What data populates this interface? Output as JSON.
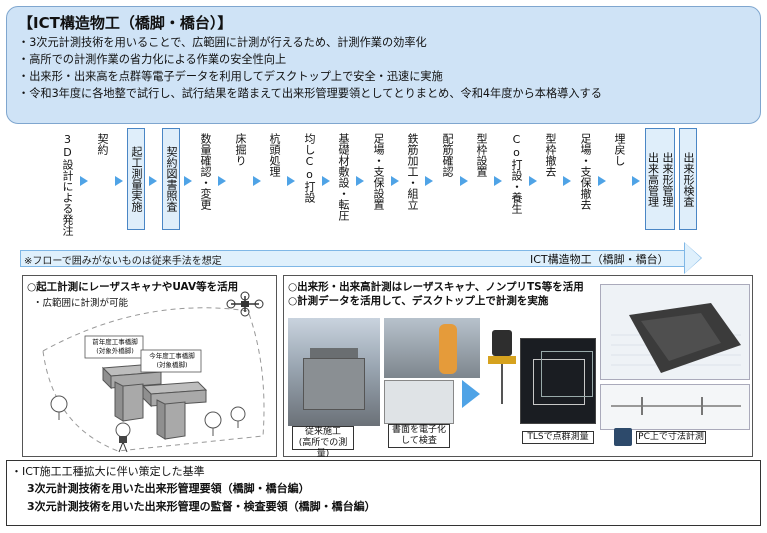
{
  "header": {
    "title": "【ICT構造物工（橋脚・橋台）】",
    "bullets": [
      "・3次元計測技術を用いることで、広範囲に計測が行えるため、計測作業の効率化",
      "・高所での計測作業の省力化による作業の安全性向上",
      "・出来形・出来高を点群等電子データを利用してデスクトップ上で安全・迅速に実施",
      "・令和3年度に各地整で試行し、試行結果を踏まえて出来形管理要領としてとりまとめ、令和4年度から本格導入する"
    ]
  },
  "flow": {
    "steps": [
      {
        "lines": [
          "3D設計による発注"
        ],
        "boxed": false
      },
      {
        "lines": [
          "契約"
        ],
        "boxed": false
      },
      {
        "lines": [
          "起工測量実施"
        ],
        "boxed": true
      },
      {
        "lines": [
          "契約図書照査"
        ],
        "boxed": true
      },
      {
        "lines": [
          "数量確認・変更"
        ],
        "boxed": false
      },
      {
        "lines": [
          "床掘り"
        ],
        "boxed": false
      },
      {
        "lines": [
          "杭頭処理"
        ],
        "boxed": false
      },
      {
        "lines": [
          "均しCo打設"
        ],
        "boxed": false
      },
      {
        "lines": [
          "基礎材敷設・転圧"
        ],
        "boxed": false
      },
      {
        "lines": [
          "足場・支保設置"
        ],
        "boxed": false
      },
      {
        "lines": [
          "鉄筋加工・組立"
        ],
        "boxed": false
      },
      {
        "lines": [
          "配筋確認"
        ],
        "boxed": false
      },
      {
        "lines": [
          "型枠設置"
        ],
        "boxed": false
      },
      {
        "lines": [
          "Co打設・養生"
        ],
        "boxed": false
      },
      {
        "lines": [
          "型枠撤去"
        ],
        "boxed": false
      },
      {
        "lines": [
          "足場・支保撤去"
        ],
        "boxed": false
      },
      {
        "lines": [
          "埋戻し"
        ],
        "boxed": false
      },
      {
        "lines": [
          "出来形管理",
          "出来高管理"
        ],
        "boxed": true
      },
      {
        "lines": [
          "出来形検査"
        ],
        "boxed": true
      }
    ],
    "note": "※フローで囲みがないものは従来手法を想定",
    "band_label": "ICT構造物工（橋脚・橋台）"
  },
  "left_panel": {
    "title": "○起工計測にレーザスキャナやUAV等を活用",
    "sub": "・広範囲に計測が可能",
    "label_old": "前年度工事橋脚",
    "label_old_sub": "(対象外橋脚)",
    "label_new": "今年度工事橋脚",
    "label_new_sub": "(対象橋脚)"
  },
  "right_panel": {
    "title1": "○出来形・出来高計測はレーザスキャナ、ノンプリTS等を活用",
    "title2": "○計測データを活用して、デスクトップ上で計測を実施",
    "cap_conventional_1": "従来施工",
    "cap_conventional_2": "(高所での測量)",
    "cap_digital_1": "書面を電子化",
    "cap_digital_2": "して検査",
    "cap_tls": "TLSで点群測量",
    "cap_pc": "PC上で寸法計測"
  },
  "bottom": {
    "line1": "・ICT施工工種拡大に伴い策定した基準",
    "line2": "3次元計測技術を用いた出来形管理要領（橋脚・橋台編）",
    "line3": "3次元計測技術を用いた出来形管理の監督・検査要領（橋脚・橋台編）"
  },
  "colors": {
    "header_bg": "#cfe3f6",
    "accent_blue": "#4a86c5",
    "arrow": "#4fa3e6"
  }
}
